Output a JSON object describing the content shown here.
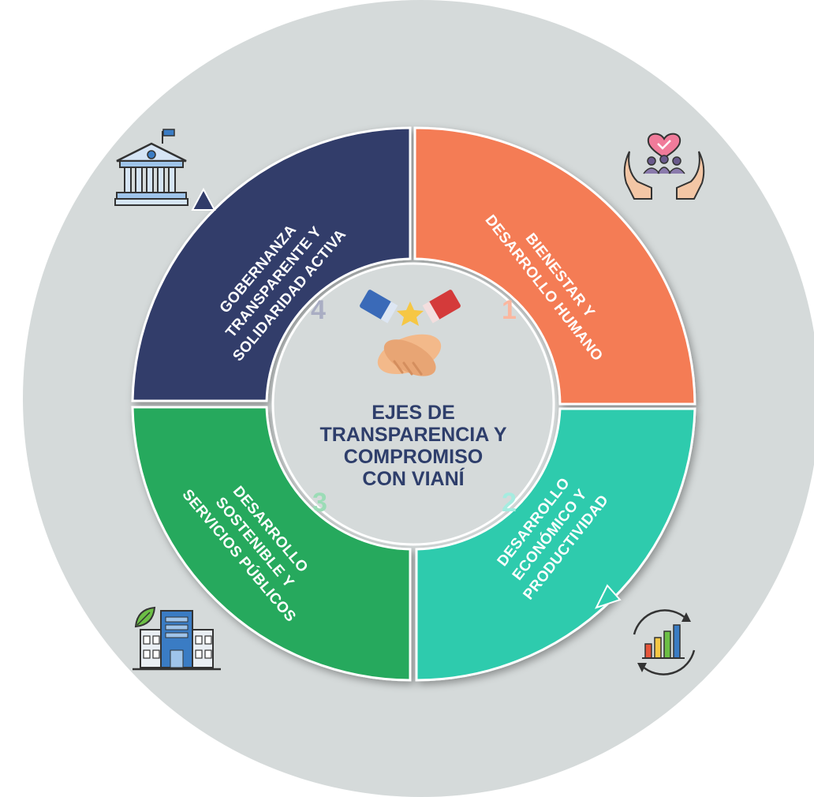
{
  "center": {
    "title_lines": [
      "EJES DE",
      "TRANSPARENCIA Y",
      "COMPROMISO",
      "CON VIANÍ"
    ],
    "icon": "handshake-icon",
    "title_color": "#2e3e6b"
  },
  "segments": [
    {
      "number": "1",
      "lines": [
        "BIENESTAR Y",
        "DESARROLLO HUMANO"
      ],
      "color": "#f47b55",
      "number_color": "#fbb79f",
      "icon": "community-care-icon"
    },
    {
      "number": "2",
      "lines": [
        "DESARROLLO",
        "ECONÓMICO Y",
        "PRODUCTIVIDAD"
      ],
      "color": "#2ecbad",
      "number_color": "#a6ece0",
      "icon": "growth-chart-icon"
    },
    {
      "number": "3",
      "lines": [
        "DESARROLLO",
        "SOSTENIBLE Y",
        "SERVICIOS PÚBLICOS"
      ],
      "color": "#27a95d",
      "number_color": "#9bdcb6",
      "icon": "green-building-icon"
    },
    {
      "number": "4",
      "lines": [
        "GOBERNANZA",
        "TRANSPARENTE Y",
        "SOLIDARIDAD ACTIVA"
      ],
      "color": "#313c6a",
      "number_color": "#a9adc3",
      "icon": "government-building-icon"
    }
  ],
  "colors": {
    "background_circle": "#d5dada",
    "inner_circle": "#d5dada"
  }
}
